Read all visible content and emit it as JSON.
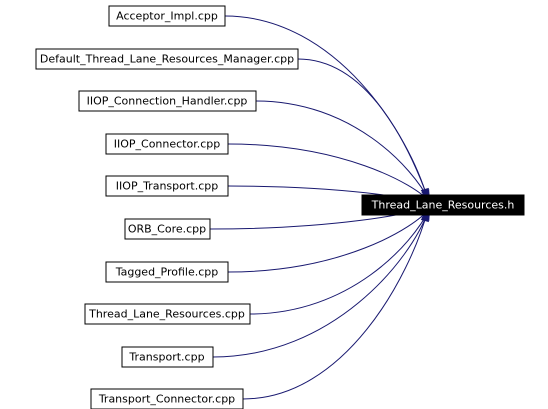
{
  "graph": {
    "target": {
      "label": "Thread_Lane_Resources.h",
      "fill": "#000000",
      "text_color": "#ffffff"
    },
    "sources": [
      {
        "label": "Acceptor_Impl.cpp"
      },
      {
        "label": "Default_Thread_Lane_Resources_Manager.cpp"
      },
      {
        "label": "IIOP_Connection_Handler.cpp"
      },
      {
        "label": "IIOP_Connector.cpp"
      },
      {
        "label": "IIOP_Transport.cpp"
      },
      {
        "label": "ORB_Core.cpp"
      },
      {
        "label": "Tagged_Profile.cpp"
      },
      {
        "label": "Thread_Lane_Resources.cpp"
      },
      {
        "label": "Transport.cpp"
      },
      {
        "label": "Transport_Connector.cpp"
      }
    ],
    "edge_color": "#191970"
  }
}
